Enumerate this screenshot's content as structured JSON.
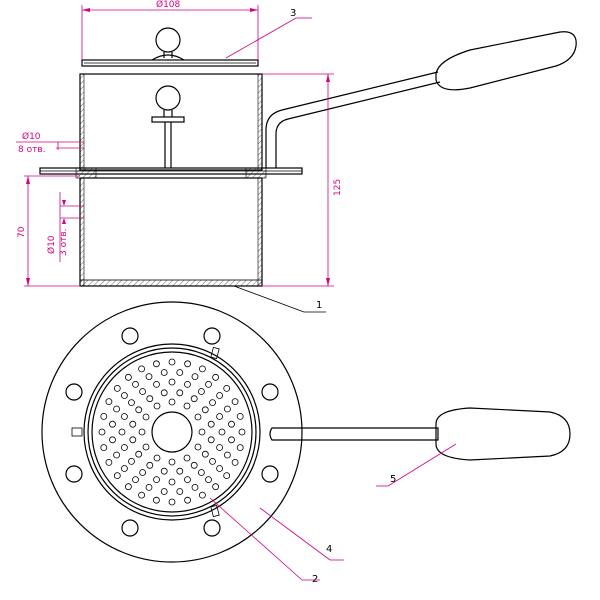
{
  "dimensions": {
    "diameter_top": "Ø108",
    "height_total": "125",
    "height_lower": "70",
    "hole_upper_d": "Ø10",
    "hole_upper_n": "8 отв.",
    "hole_lower_d": "Ø10",
    "hole_lower_n": "3 отв."
  },
  "callouts": {
    "c1": "1",
    "c2": "2",
    "c3": "3",
    "c4": "4",
    "c5": "5"
  },
  "colors": {
    "dimension": "#d6007f",
    "outline": "#000000",
    "background": "#ffffff"
  }
}
